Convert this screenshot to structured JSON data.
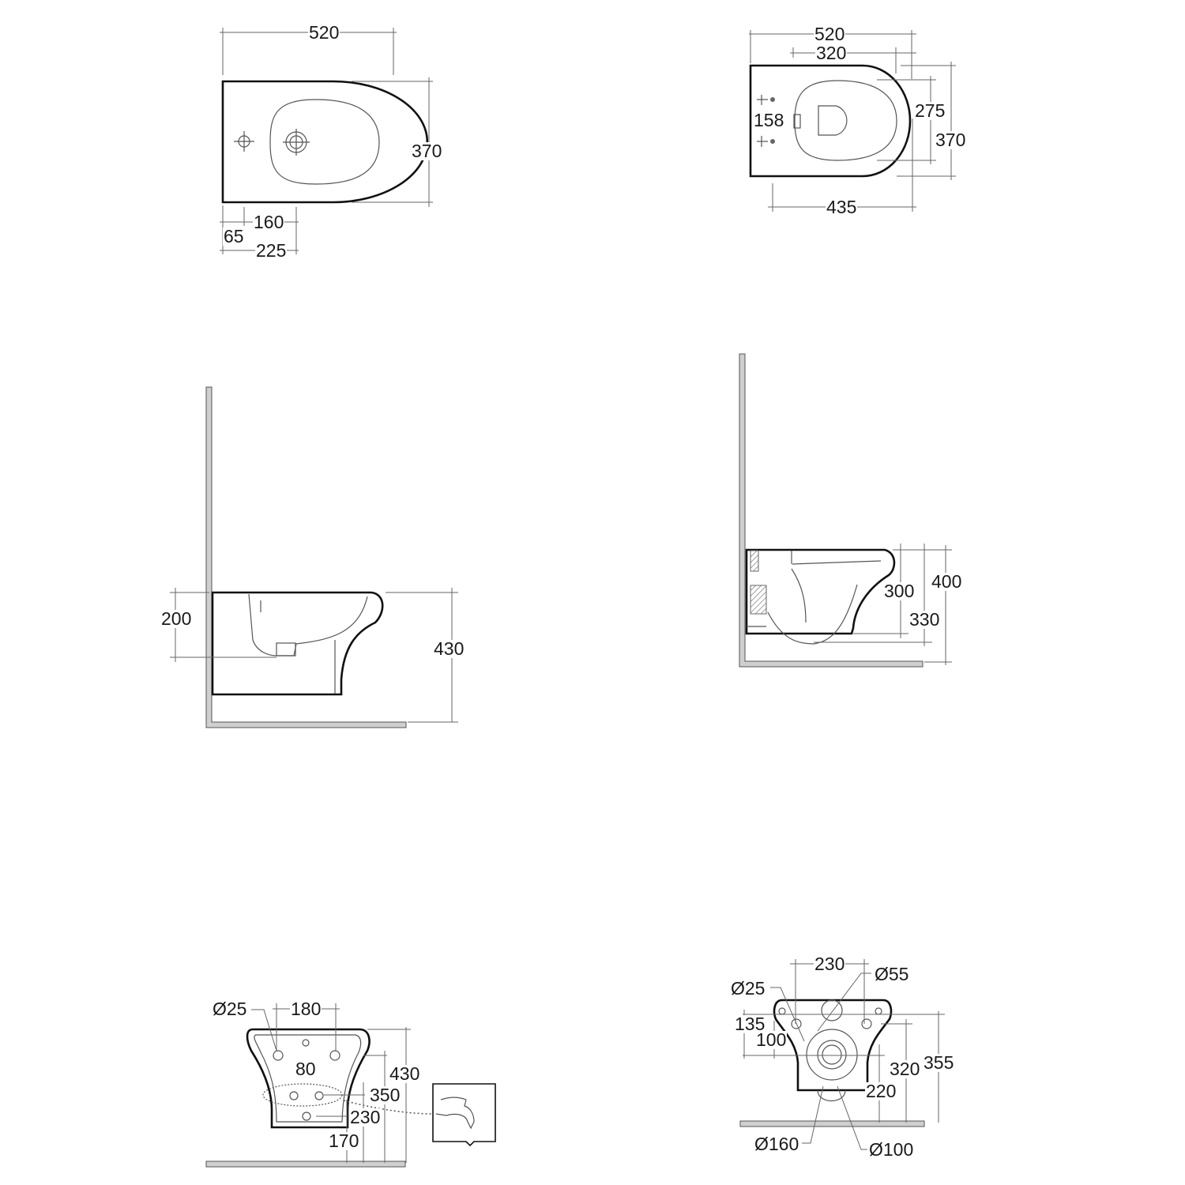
{
  "drawings": [
    {
      "id": "bidet-top-view",
      "view": "top",
      "fixture": "bidet",
      "dimensions": {
        "length": "520",
        "width": "370",
        "tap_hole_offset": "65",
        "waste_offset": "160",
        "waste_from_wall": "225"
      }
    },
    {
      "id": "wc-top-view",
      "view": "top",
      "fixture": "wc",
      "dimensions": {
        "length": "520",
        "bowl_length": "320",
        "fixing_centres": "158",
        "bowl_width": "275",
        "width": "370",
        "seat_fixing_length": "435"
      }
    },
    {
      "id": "bidet-side-view",
      "view": "side",
      "fixture": "bidet",
      "dimensions": {
        "bowl_depth": "200",
        "height": "430"
      }
    },
    {
      "id": "wc-side-view",
      "view": "side",
      "fixture": "wc",
      "dimensions": {
        "outlet_height": "300",
        "outlet_height_2": "330",
        "height": "400"
      }
    },
    {
      "id": "bidet-rear-view",
      "view": "rear",
      "fixture": "bidet",
      "dimensions": {
        "fixing_hole_diameter": "Ø25",
        "fixing_centres": "180",
        "supply_spacing": "80",
        "height": "430",
        "fixing_height": "350",
        "supply_height": "230",
        "waste_height": "170"
      }
    },
    {
      "id": "wc-rear-view",
      "view": "rear",
      "fixture": "wc",
      "dimensions": {
        "fixing_centres": "230",
        "inlet_diameter": "Ø55",
        "fixing_hole_diameter": "Ø25",
        "fixing_offset_135": "135",
        "fixing_offset_100": "100",
        "outlet_height": "320",
        "inlet_height": "355",
        "outlet_centre": "220",
        "outlet_outer_diameter": "Ø160",
        "outlet_inner_diameter": "Ø100"
      }
    }
  ],
  "colors": {
    "line": "#111111",
    "dimension_line": "#666666",
    "wall": "#cfcfcf"
  }
}
